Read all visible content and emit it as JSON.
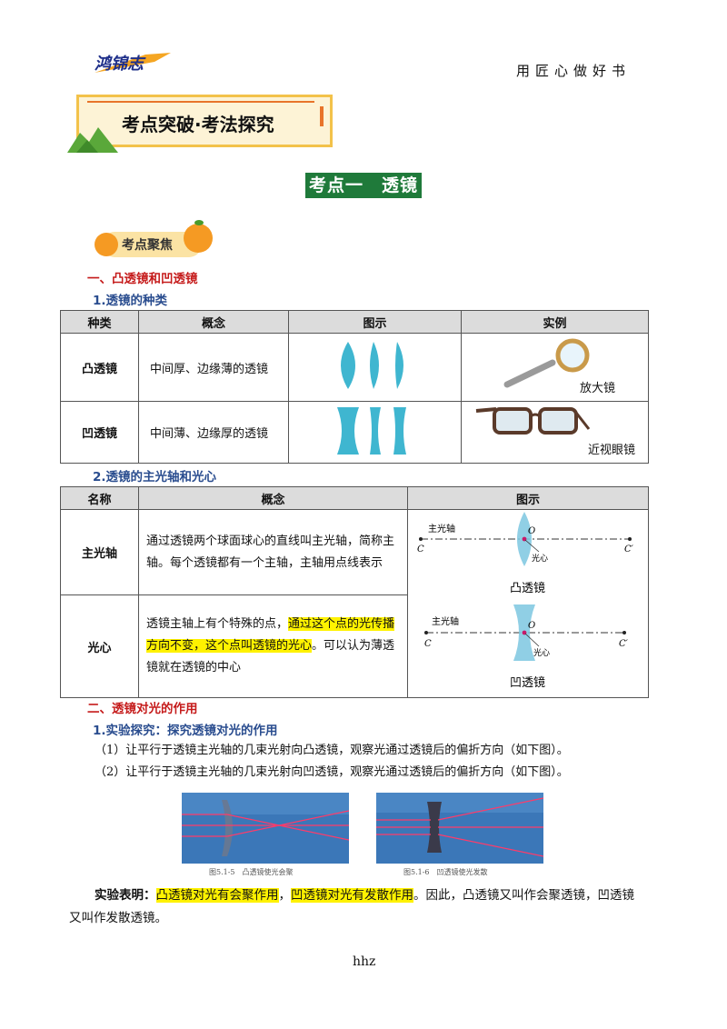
{
  "header": {
    "logo_text": "鸿锦志",
    "motto": "用匠心做好书",
    "banner": "考点突破·考法探究"
  },
  "section_title": "考点一　透镜",
  "focus_label": "考点聚焦",
  "part1": {
    "heading": "一、凸透镜和凹透镜",
    "sub1": "1.透镜的种类",
    "table1": {
      "headers": [
        "种类",
        "概念",
        "图示",
        "实例"
      ],
      "rows": [
        {
          "kind": "凸透镜",
          "concept": "中间厚、边缘薄的透镜",
          "example": "放大镜"
        },
        {
          "kind": "凹透镜",
          "concept": "中间薄、边缘厚的透镜",
          "example": "近视眼镜"
        }
      ]
    },
    "sub2": "2.透镜的主光轴和光心",
    "table2": {
      "headers": [
        "名称",
        "概念",
        "图示"
      ],
      "row1_name": "主光轴",
      "row1_text": "通过透镜两个球面球心的直线叫主光轴，简称主轴。每个透镜都有一个主轴，主轴用点线表示",
      "row2_name": "光心",
      "row2_pre": "透镜主轴上有个特殊的点，",
      "row2_hl": "通过这个点的光传播方向不变，这个点叫透镜的光心",
      "row2_post": "。可以认为薄透镜就在透镜的中心",
      "diagram_convex": {
        "axis_label": "主光轴",
        "center_o": "O",
        "center_label": "光心",
        "left_c": "C",
        "right_c": "C′",
        "caption": "凸透镜"
      },
      "diagram_concave": {
        "axis_label": "主光轴",
        "center_o": "O",
        "center_label": "光心",
        "left_c": "C",
        "right_c": "C′",
        "caption": "凹透镜"
      }
    }
  },
  "part2": {
    "heading": "二、透镜对光的作用",
    "sub1": "1.实验探究：探究透镜对光的作用",
    "step1": "（1）让平行于透镜主光轴的几束光射向凸透镜，观察光通过透镜后的偏折方向（如下图）。",
    "step2": "（2）让平行于透镜主光轴的几束光射向凹透镜，观察光通过透镜后的偏折方向（如下图）。",
    "photo1_caption": "图5.1-5　凸透镜使光会聚",
    "photo2_caption": "图5.1-6　凹透镜使光发散",
    "conclusion_label": "实验表明：",
    "conclusion_hl1": "凸透镜对光有会聚作用",
    "conclusion_sep": "，",
    "conclusion_hl2": "凹透镜对光有发散作用",
    "conclusion_rest": "。因此，凸透镜又叫作会聚透镜，凹透镜",
    "conclusion_line2": "又叫作发散透镜。"
  },
  "footer": "hhz"
}
